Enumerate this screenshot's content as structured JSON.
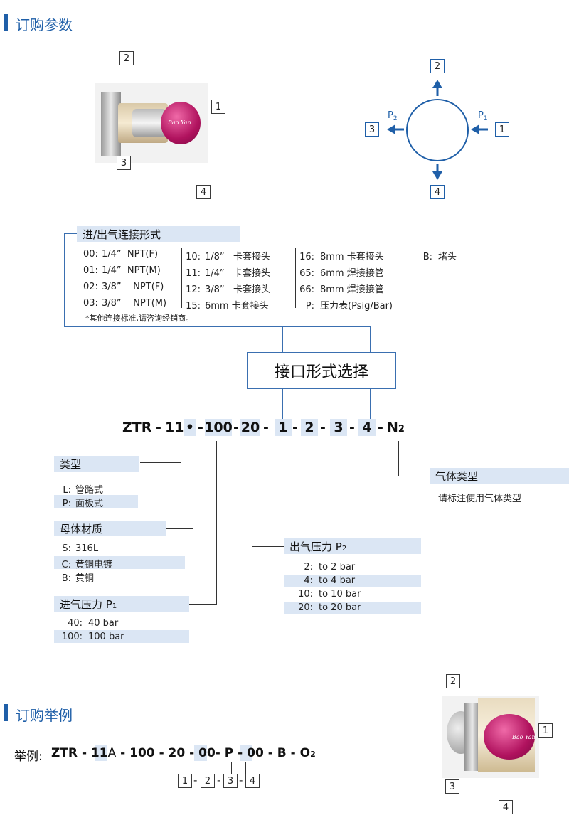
{
  "sections": {
    "order_params": "订购参数",
    "order_example": "订购举例"
  },
  "ports": {
    "p1": "1",
    "p2": "2",
    "p3": "3",
    "p4": "4"
  },
  "diagram": {
    "label_p2_main": "P",
    "label_p2_sub": "2",
    "label_p1_main": "P",
    "label_p1_sub": "1"
  },
  "photo": {
    "knob_text": "Bao Yan"
  },
  "connection": {
    "header": "进/出气连接形式",
    "col1": [
      {
        "code": "00:",
        "desc": "1/4”  NPT(F)"
      },
      {
        "code": "01:",
        "desc": "1/4”  NPT(M)"
      },
      {
        "code": "02:",
        "desc": "3/8”    NPT(F)"
      },
      {
        "code": "03:",
        "desc": "3/8”    NPT(M)"
      }
    ],
    "col2": [
      {
        "code": "10:",
        "desc": "1/8”   卡套接头"
      },
      {
        "code": "11:",
        "desc": "1/4”   卡套接头"
      },
      {
        "code": "12:",
        "desc": "3/8”   卡套接头"
      },
      {
        "code": "15:",
        "desc": "6mm 卡套接头"
      }
    ],
    "col3": [
      {
        "code": "16:",
        "desc": "8mm 卡套接头"
      },
      {
        "code": "65:",
        "desc": "6mm 焊接接管"
      },
      {
        "code": "66:",
        "desc": "8mm 焊接接管"
      },
      {
        "code": "P:",
        "desc": "压力表(Psig/Bar)"
      }
    ],
    "col4": [
      {
        "code": "B:",
        "desc": "堵头"
      }
    ],
    "note": "*其他连接标准,请咨询经销商。"
  },
  "port_select": "接口形式选择",
  "model": {
    "prefix": "ZTR",
    "d1": "-",
    "series": "11",
    "dot": "•",
    "d2": "-",
    "p1": "100",
    "d3": "-",
    "p2": "20",
    "d4": "-",
    "c1": "1",
    "d5": "-",
    "c2": "2",
    "d6": "-",
    "c3": "3",
    "d7": "-",
    "c4": "4",
    "d8": "-",
    "gas_main": "N",
    "gas_sub": "2"
  },
  "type": {
    "header": "类型",
    "items": [
      {
        "code": "L:",
        "desc": "管路式"
      },
      {
        "code": "P:",
        "desc": "面板式"
      }
    ]
  },
  "body_material": {
    "header": "母体材质",
    "items": [
      {
        "code": "S:",
        "desc": "316L"
      },
      {
        "code": "C:",
        "desc": "黄铜电镀"
      },
      {
        "code": "B:",
        "desc": "黄铜"
      }
    ]
  },
  "inlet_pressure": {
    "header_main": "进气压力 P",
    "header_sub": "1",
    "items": [
      {
        "code": "40:",
        "desc": "40 bar"
      },
      {
        "code": "100:",
        "desc": "100 bar"
      }
    ]
  },
  "outlet_pressure": {
    "header_main": "出气压力 P",
    "header_sub": "2",
    "items": [
      {
        "code": "2:",
        "desc": "to 2 bar"
      },
      {
        "code": "4:",
        "desc": "to 4 bar"
      },
      {
        "code": "10:",
        "desc": "to 10 bar"
      },
      {
        "code": "20:",
        "desc": "to 20 bar"
      }
    ]
  },
  "gas_type": {
    "header": "气体类型",
    "note": "请标注使用气体类型"
  },
  "example": {
    "label": "举例:",
    "prefix": "ZTR",
    "d1": "-",
    "series": "11",
    "type": "A",
    "d2": "-",
    "p1": "100",
    "d3": "-",
    "p2": "20",
    "d4": "-",
    "c1": "00",
    "d5": "-",
    "c2": "P",
    "d6": "-",
    "c3": "00",
    "d7": "-",
    "c4": "B",
    "d8": "-",
    "gas_main": "O",
    "gas_sub": "2",
    "ports": [
      "1",
      "2",
      "3",
      "4"
    ],
    "port_dashes": [
      "-",
      "-",
      "-"
    ]
  }
}
